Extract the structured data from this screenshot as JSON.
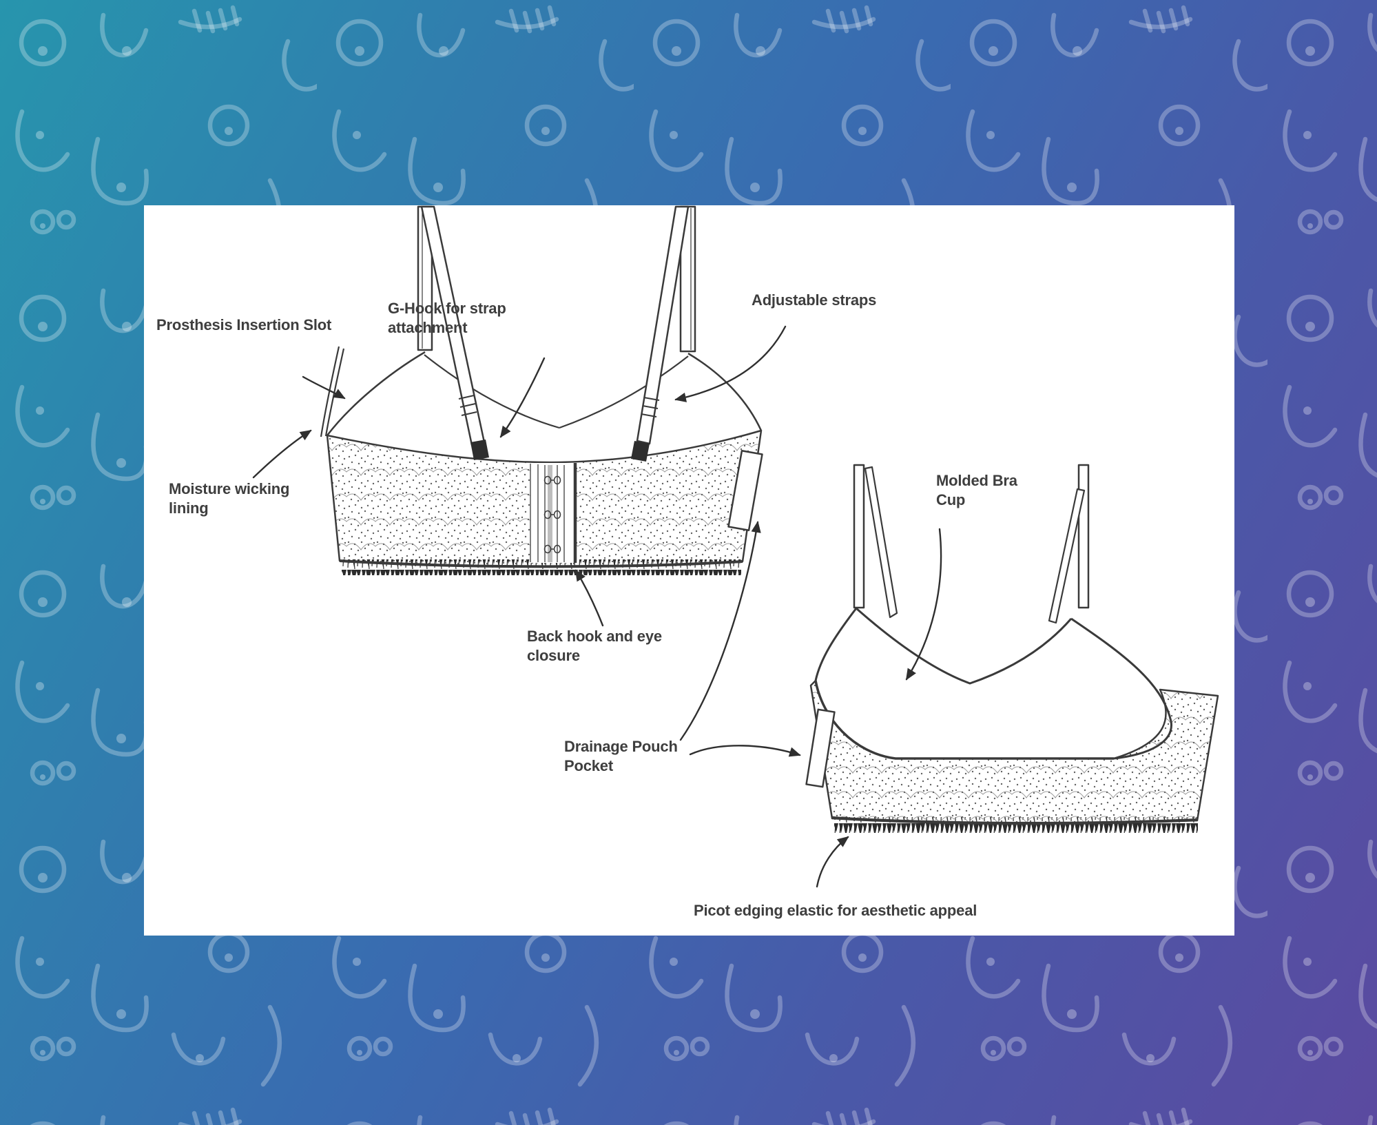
{
  "page": {
    "background": {
      "gradient_start": "#2795ad",
      "gradient_mid": "#3a6ab0",
      "gradient_end": "#5b4aa0",
      "doodle_color": "rgba(255,255,255,0.27)",
      "doodle_motif": "line-art breast doodles"
    },
    "card_background": "#ffffff"
  },
  "diagram": {
    "ink_color": "#3a3a3a",
    "arrow_color": "#2f2f2f",
    "label_color": "#3e3e3e",
    "views": {
      "back_view": "bra back view with closure",
      "front_view": "bra front view with molded cups"
    },
    "labels": {
      "prosthesis_insertion_slot": "Prosthesis Insertion Slot",
      "g_hook": "G-Hook for strap\nattachment",
      "adjustable_straps": "Adjustable straps",
      "moisture_wicking_lining": "Moisture wicking\nlining",
      "back_hook_and_eye_closure": "Back hook and eye\nclosure",
      "drainage_pouch_pocket": "Drainage Pouch\nPocket",
      "molded_bra_cup": "Molded Bra\nCup",
      "picot_edging": "Picot edging elastic for aesthetic appeal"
    }
  }
}
